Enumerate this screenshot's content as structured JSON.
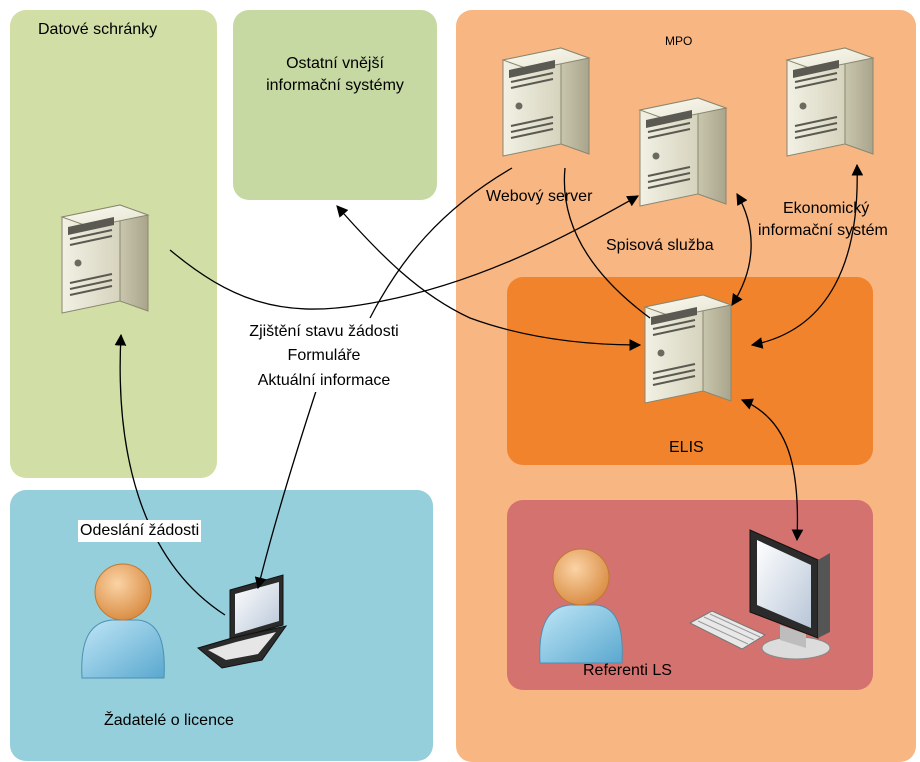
{
  "zones": {
    "datove_schranky": "Datové schránky",
    "ostatni": [
      "Ostatní vnější",
      "informační systémy"
    ],
    "mpo": "MPO",
    "elis": "ELIS",
    "referenti": "Referenti LS",
    "zadatele": "Žadatelé o licence"
  },
  "servers": {
    "webovy": "Webový server",
    "spisova": "Spisová služba",
    "ekonomicky": [
      "Ekonomický",
      "informační systém"
    ]
  },
  "flows": {
    "odeslani": "Odeslání žádosti",
    "portal_services": [
      "Zjištění stavu žádosti",
      "Formuláře",
      "Aktuální informace"
    ]
  },
  "colors": {
    "datove_schranky": "#d1dfa6",
    "ostatni": "#c7d9a3",
    "mpo": "#f8b683",
    "elis": "#f1832d",
    "referenti": "#d3726f",
    "zadatele": "#95cfdc"
  }
}
